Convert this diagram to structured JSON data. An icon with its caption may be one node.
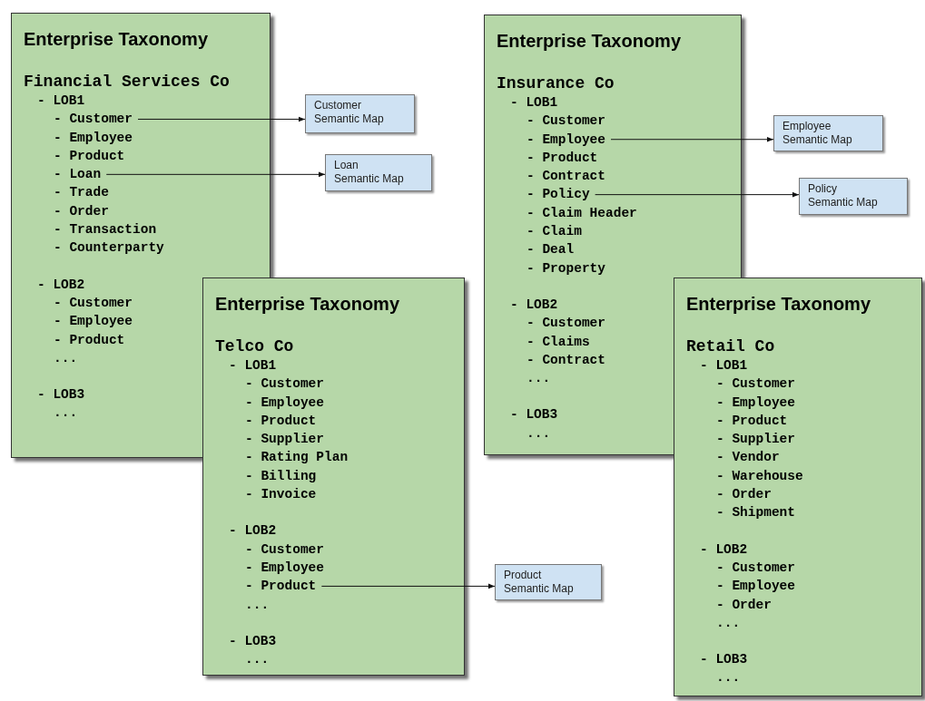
{
  "diagram": {
    "nodes": [
      {
        "text": [
          "Enterprise Taxonomy"
        ]
      },
      {
        "text": [
          "Financial Services Co"
        ],
        "in": 0
      },
      {
        "text": [
          "- LOB1"
        ],
        "in": 0
      },
      {
        "text": [
          "- Customer"
        ],
        "in": 0
      },
      {
        "text": [
          "- Employee"
        ],
        "in": 0
      },
      {
        "text": [
          "- Product"
        ],
        "in": 0
      },
      {
        "text": [
          "- Loan"
        ],
        "in": 0
      },
      {
        "text": [
          "- Trade"
        ],
        "in": 0
      },
      {
        "text": [
          "- Order"
        ],
        "in": 0
      },
      {
        "text": [
          "- Transaction"
        ],
        "in": 0
      },
      {
        "text": [
          "- Counterparty"
        ],
        "in": 0
      },
      {
        "text": [
          "- LOB2"
        ],
        "in": 0
      },
      {
        "text": [
          "- Customer"
        ],
        "in": 0
      },
      {
        "text": [
          "- Employee"
        ],
        "in": 0
      },
      {
        "text": [
          "- Product"
        ],
        "in": 0
      },
      {
        "text": [
          "..."
        ],
        "in": 0
      },
      {
        "text": [
          "- LOB3"
        ],
        "in": 0
      },
      {
        "text": [
          "..."
        ],
        "in": 0
      },
      {
        "text": [
          "Customer Semantic Map"
        ]
      },
      {
        "text": [
          "Loan Semantic Map"
        ]
      },
      {
        "text": [
          "Enterprise Taxonomy"
        ]
      },
      {
        "text": [
          "Insurance Co"
        ],
        "in": 20
      },
      {
        "text": [
          "- LOB1"
        ],
        "in": 20
      },
      {
        "text": [
          "- Customer"
        ],
        "in": 20
      },
      {
        "text": [
          "- Employee"
        ],
        "in": 20
      },
      {
        "text": [
          "- Product"
        ],
        "in": 20
      },
      {
        "text": [
          "- Contract"
        ],
        "in": 20
      },
      {
        "text": [
          "- Policy"
        ],
        "in": 20
      },
      {
        "text": [
          "- Claim Header"
        ],
        "in": 20
      },
      {
        "text": [
          "- Claim"
        ],
        "in": 20
      },
      {
        "text": [
          "- Deal"
        ],
        "in": 20
      },
      {
        "text": [
          "- Property"
        ],
        "in": 20
      },
      {
        "text": [
          "- LOB2"
        ],
        "in": 20
      },
      {
        "text": [
          "- Customer"
        ],
        "in": 20
      },
      {
        "text": [
          "- Claims"
        ],
        "in": 20
      },
      {
        "text": [
          "- Contract"
        ],
        "in": 20
      },
      {
        "text": [
          "..."
        ],
        "in": 20
      },
      {
        "text": [
          "- LOB3"
        ],
        "in": 20
      },
      {
        "text": [
          "..."
        ],
        "in": 20
      },
      {
        "text": [
          "Employee Semantic Map"
        ]
      },
      {
        "text": [
          "Policy Semantic Map"
        ]
      },
      {
        "text": [
          "Enterprise Taxonomy"
        ]
      },
      {
        "text": [
          "Telco Co"
        ],
        "in": 41
      },
      {
        "text": [
          "- LOB1"
        ],
        "in": 41
      },
      {
        "text": [
          "- Customer"
        ],
        "in": 41
      },
      {
        "text": [
          "- Employee"
        ],
        "in": 41
      },
      {
        "text": [
          "- Product"
        ],
        "in": 41
      },
      {
        "text": [
          "- Supplier"
        ],
        "in": 41
      },
      {
        "text": [
          "- Rating Plan"
        ],
        "in": 41
      },
      {
        "text": [
          "- Billing"
        ],
        "in": 41
      },
      {
        "text": [
          "- Invoice"
        ],
        "in": 41
      },
      {
        "text": [
          "- LOB2"
        ],
        "in": 41
      },
      {
        "text": [
          "- Customer"
        ],
        "in": 41
      },
      {
        "text": [
          "- Employee"
        ],
        "in": 41
      },
      {
        "text": [
          "- Product"
        ],
        "in": 41
      },
      {
        "text": [
          "..."
        ],
        "in": 41
      },
      {
        "text": [
          "- LOB3"
        ],
        "in": 41
      },
      {
        "text": [
          "..."
        ],
        "in": 41
      },
      {
        "text": [
          "Product Semantic Map"
        ]
      },
      {
        "text": [
          "Enterprise Taxonomy"
        ]
      },
      {
        "text": [
          "Retail Co"
        ],
        "in": 59
      },
      {
        "text": [
          "- LOB1"
        ],
        "in": 59
      },
      {
        "text": [
          "- Customer"
        ],
        "in": 59
      },
      {
        "text": [
          "- Employee"
        ],
        "in": 59
      },
      {
        "text": [
          "- Product"
        ],
        "in": 59
      },
      {
        "text": [
          "- Supplier"
        ],
        "in": 59
      },
      {
        "text": [
          "- Vendor"
        ],
        "in": 59
      },
      {
        "text": [
          "- Warehouse"
        ],
        "in": 59
      },
      {
        "text": [
          "- Order"
        ],
        "in": 59
      },
      {
        "text": [
          "- Shipment"
        ],
        "in": 59
      },
      {
        "text": [
          "- LOB2"
        ],
        "in": 59
      },
      {
        "text": [
          "- Customer"
        ],
        "in": 59
      },
      {
        "text": [
          "- Employee"
        ],
        "in": 59
      },
      {
        "text": [
          "- Order"
        ],
        "in": 59
      },
      {
        "text": [
          "..."
        ],
        "in": 59
      },
      {
        "text": [
          "- LOB3"
        ],
        "in": 59
      },
      {
        "text": [
          "..."
        ],
        "in": 59
      }
    ],
    "edges": [
      {
        "from": 3,
        "to": 18,
        "arrow": "to"
      },
      {
        "from": 6,
        "to": 19,
        "arrow": "to"
      },
      {
        "from": 24,
        "to": 39,
        "arrow": "to"
      },
      {
        "from": 27,
        "to": 40,
        "arrow": "to"
      },
      {
        "from": 54,
        "to": 58,
        "arrow": "to"
      }
    ]
  }
}
